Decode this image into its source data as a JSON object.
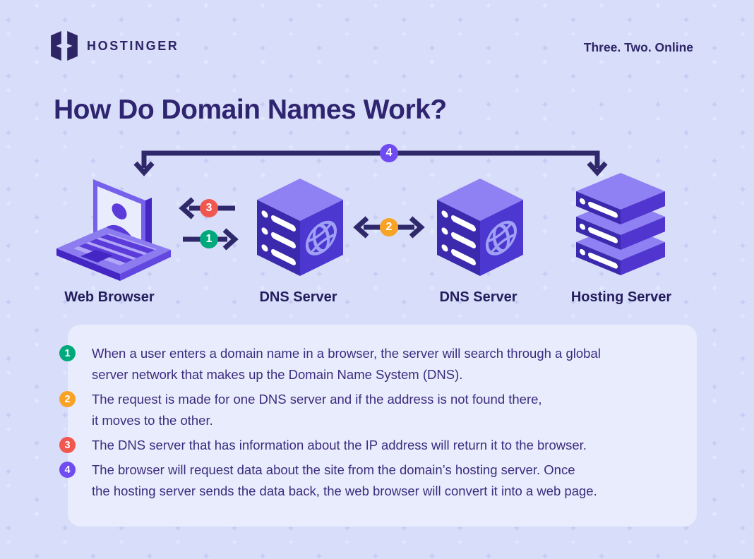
{
  "header": {
    "brand": "HOSTINGER",
    "tagline": "Three. Two. Online"
  },
  "title": "How Do Domain Names Work?",
  "diagram": {
    "nodes": [
      {
        "label": "Web Browser",
        "icon": "laptop-icon"
      },
      {
        "label": "DNS Server",
        "icon": "server-cube-icon"
      },
      {
        "label": "DNS Server",
        "icon": "server-cube-icon"
      },
      {
        "label": "Hosting Server",
        "icon": "server-stack-icon"
      }
    ],
    "badges": [
      {
        "num": "1",
        "color": "#00a97b",
        "meaning": "browser to DNS request"
      },
      {
        "num": "2",
        "color": "#f8a325",
        "meaning": "DNS server to DNS server"
      },
      {
        "num": "3",
        "color": "#f2574f",
        "meaning": "DNS answer back to browser"
      },
      {
        "num": "4",
        "color": "#6e4cf1",
        "meaning": "browser to hosting server"
      }
    ]
  },
  "steps": [
    {
      "num": "1",
      "color": "#00a97b",
      "lines": [
        "When a user enters a domain name in a browser, the server will search through a global",
        "server network that makes up the Domain Name System (DNS)."
      ]
    },
    {
      "num": "2",
      "color": "#f8a325",
      "lines": [
        "The request is made for one DNS server and if the address is not found there,",
        "it moves to the other."
      ]
    },
    {
      "num": "3",
      "color": "#f2574f",
      "lines": [
        "The DNS server that has information about the IP address will return it to the browser."
      ]
    },
    {
      "num": "4",
      "color": "#6e4cf1",
      "lines": [
        "The browser will request data about the site from the domain’s hosting server. Once",
        "the hosting server sends the data back, the web browser will convert it into a web page."
      ]
    }
  ],
  "colors": {
    "background": "#d8ddf9",
    "panel": "#e9ecfc",
    "arrow": "#2f296b",
    "heading": "#2f2470",
    "body_text": "#3b2c7f",
    "brand_navy": "#2e2566",
    "icon_light_purple": "#8f80f3",
    "icon_mid_purple": "#4c38d0",
    "icon_dark_purple": "#3b2aad"
  }
}
